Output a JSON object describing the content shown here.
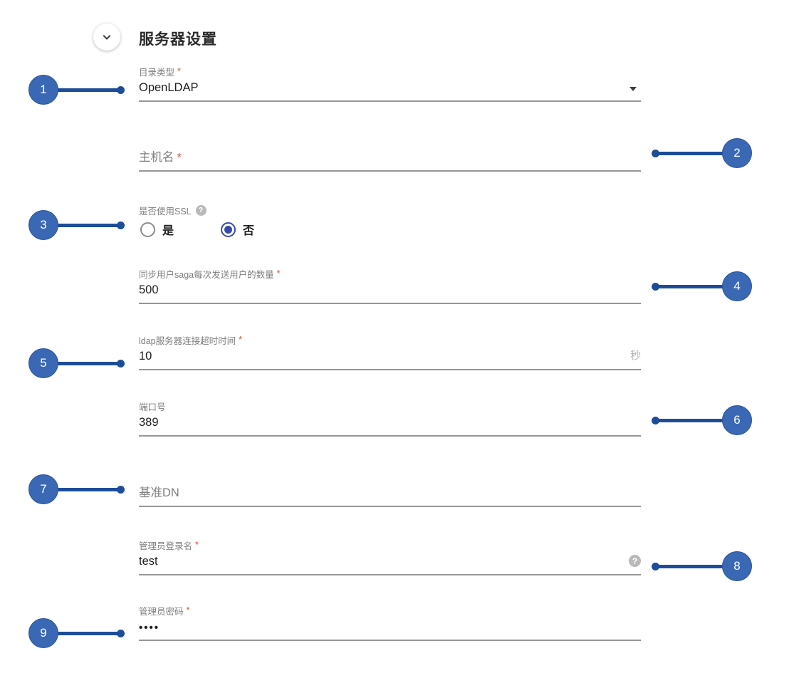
{
  "ui": {
    "required_marker": "*",
    "help_glyph": "?"
  },
  "colors": {
    "callout_fill": "#3a68b5",
    "callout_line": "#1d4d99",
    "radio_selected": "#3949ab",
    "required_red": "#e8453c",
    "underline_gray": "#979797"
  },
  "section": {
    "title": "服务器设置",
    "collapse_icon": "chevron-down"
  },
  "fields": {
    "directory_type": {
      "label": "目录类型",
      "required": true,
      "value": "OpenLDAP",
      "control": "select"
    },
    "hostname": {
      "label": "主机名",
      "required": true,
      "value": ""
    },
    "use_ssl": {
      "label": "是否使用SSL",
      "options": {
        "yes": {
          "label": "是",
          "selected": false
        },
        "no": {
          "label": "否",
          "selected": true
        }
      }
    },
    "saga_batch": {
      "label": "同步用户saga每次发送用户的数量",
      "required": true,
      "value": "500"
    },
    "ldap_timeout": {
      "label": "ldap服务器连接超时时间",
      "required": true,
      "value": "10",
      "suffix": "秒"
    },
    "port": {
      "label": "端口号",
      "required": false,
      "value": "389"
    },
    "base_dn": {
      "label": "基准DN",
      "required": false,
      "value": ""
    },
    "admin_login": {
      "label": "管理员登录名",
      "required": true,
      "value": "test"
    },
    "admin_password": {
      "label": "管理员密码",
      "required": true,
      "value": "••••"
    }
  },
  "callouts": [
    "1",
    "2",
    "3",
    "4",
    "5",
    "6",
    "7",
    "8",
    "9"
  ]
}
